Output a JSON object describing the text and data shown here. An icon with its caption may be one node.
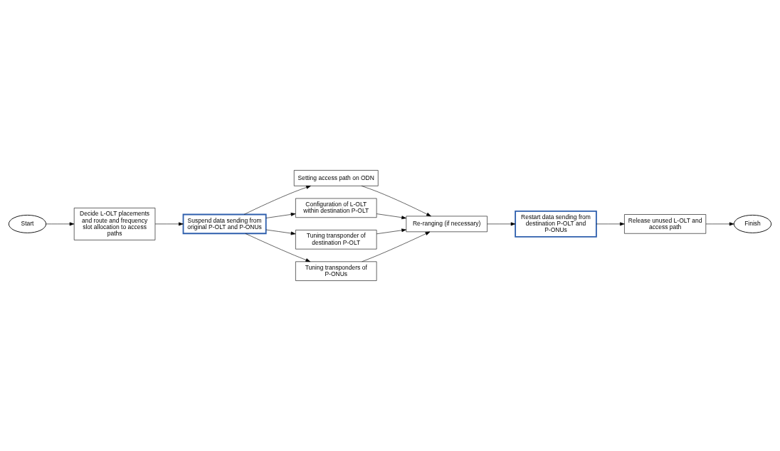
{
  "diagram": {
    "nodes": [
      {
        "text": [
          "Start"
        ]
      },
      {
        "text": [
          "Decide L-OLT placements and route and frequency slot allocation to access paths"
        ]
      },
      {
        "text": [
          "Suspend data sending from original P-OLT and P-ONUs"
        ]
      },
      {
        "text": [
          "Setting access path on ODN"
        ]
      },
      {
        "text": [
          "Configuration of L-OLT within destination P-OLT"
        ]
      },
      {
        "text": [
          "Tuning transponder of destination P-OLT"
        ]
      },
      {
        "text": [
          "Tuning transponders of P-ONUs"
        ]
      },
      {
        "text": [
          "Re-ranging (if necessary)"
        ]
      },
      {
        "text": [
          "Restart data sending from destination P-OLT and P-ONUs"
        ]
      },
      {
        "text": [
          "Release unused L-OLT and access path"
        ]
      },
      {
        "text": [
          "Finish"
        ]
      }
    ],
    "edges": [
      {
        "from": 0,
        "to": 1,
        "arrow": "to"
      },
      {
        "from": 1,
        "to": 2,
        "arrow": "to"
      },
      {
        "from": 2,
        "to": 3,
        "arrow": "to"
      },
      {
        "from": 2,
        "to": 4,
        "arrow": "to"
      },
      {
        "from": 2,
        "to": 5,
        "arrow": "to"
      },
      {
        "from": 2,
        "to": 6,
        "arrow": "to"
      },
      {
        "from": 3,
        "to": 7,
        "arrow": "to"
      },
      {
        "from": 4,
        "to": 7,
        "arrow": "to"
      },
      {
        "from": 5,
        "to": 7,
        "arrow": "to"
      },
      {
        "from": 6,
        "to": 7,
        "arrow": "to"
      },
      {
        "from": 7,
        "to": 8,
        "arrow": "to"
      },
      {
        "from": 8,
        "to": 9,
        "arrow": "to"
      },
      {
        "from": 9,
        "to": 10,
        "arrow": "to"
      }
    ]
  }
}
